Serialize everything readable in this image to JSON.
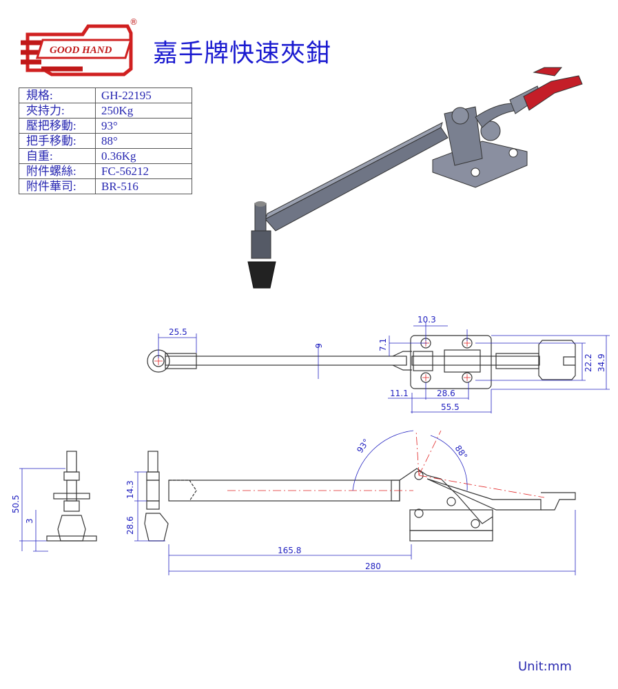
{
  "brand": {
    "logo_text": "GOOD HAND",
    "registered": "®"
  },
  "title": "嘉手牌快速夾鉗",
  "specs": [
    {
      "label": "規格:",
      "value": "GH-22195"
    },
    {
      "label": "夾持力:",
      "value": "250Kg"
    },
    {
      "label": "壓把移動:",
      "value": "93°"
    },
    {
      "label": "把手移動:",
      "value": "88°"
    },
    {
      "label": "自重:",
      "value": "0.36Kg"
    },
    {
      "label": "附件螺絲:",
      "value": "FC-56212"
    },
    {
      "label": "附件華司:",
      "value": "BR-516"
    }
  ],
  "dimensions": {
    "top_view": {
      "eye": "25.5",
      "bar": "6",
      "offset": "7.1",
      "hole_x": "10.3",
      "edge": "11.1",
      "hole_pitch": "28.6",
      "base_len": "55.5",
      "hole_pitch_y": "22.2",
      "base_width": "34.9"
    },
    "side_view": {
      "angle_bar": "93°",
      "angle_handle": "88°",
      "bar_h": "14.3",
      "spindle_h": "28.6",
      "reach": "165.8",
      "overall": "280"
    },
    "end_view": {
      "height": "50.5",
      "base_t": "3"
    }
  },
  "unit": "Unit:mm",
  "colors": {
    "dim": "#2020c0",
    "title": "#1a1ad0",
    "logo_red": "#d02020",
    "handle_red": "#c41e28",
    "center": "#e02020"
  }
}
